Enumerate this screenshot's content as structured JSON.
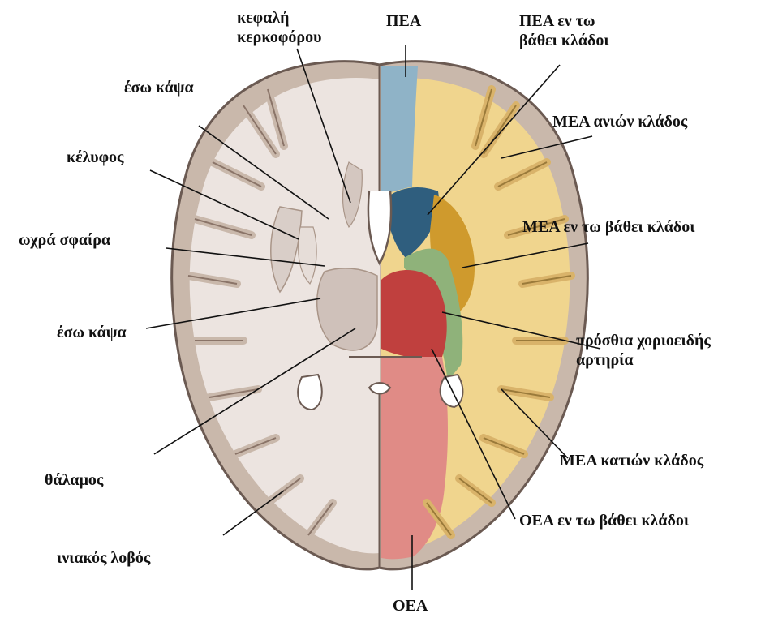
{
  "colors": {
    "pea": "#8fb3c7",
    "pea_deep": "#2f5e7e",
    "mea_cortex": "#f0d58e",
    "mea_deep": "#cf9a2d",
    "achoa": "#8fb27a",
    "oea": "#e08b86",
    "oea_deep": "#c0403e",
    "left_tissue": "#ece4e0",
    "gray_matter": "#c9b8ab",
    "outline": "#6b5a52"
  },
  "labels": {
    "caudate_head": "κεφαλή\nκερκοφόρου",
    "pea": "ΠΕΑ",
    "pea_deep": "ΠΕΑ εν τω\nβάθει κλάδοι",
    "internal_capsule_top": "έσω κάψα",
    "mea_ascending": "ΜΕΑ ανιών κλάδος",
    "putamen": "κέλυφος",
    "mea_deep": "ΜΕΑ εν τω βάθει κλάδοι",
    "globus_pallidus": "ωχρά σφαίρα",
    "internal_capsule_mid": "έσω κάψα",
    "anterior_choroidal": "πρόσθια χοριοειδής\nαρτηρία",
    "mea_descending": "ΜΕΑ κατιών κλάδος",
    "thalamus": "θάλαμος",
    "oea_deep": "ΟΕΑ εν τω βάθει κλάδοι",
    "occipital_lobe": "ινιακός λοβός",
    "oea": "ΟΕΑ"
  }
}
